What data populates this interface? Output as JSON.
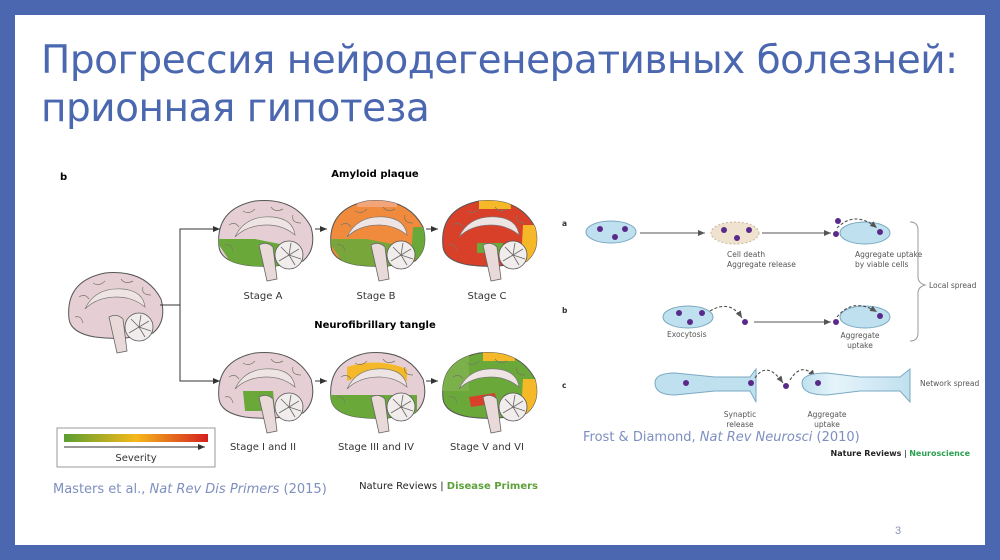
{
  "slide": {
    "title_line1": "Прогрессия нейродегенеративных болезней:",
    "title_line2": "прионная гипотеза",
    "page_number": "3"
  },
  "left_figure": {
    "panel_label": "b",
    "amyloid_title": "Amyloid plaque",
    "amyloid_stages": [
      "Stage A",
      "Stage B",
      "Stage C"
    ],
    "tangle_title": "Neurofibrillary tangle",
    "tangle_stages": [
      "Stage I and II",
      "Stage  III and IV",
      "Stage  V and VI"
    ],
    "severity_label": "Severity",
    "journal": "Nature Reviews",
    "journal_section": "Disease Primers",
    "citation_authors": "Masters et al., ",
    "citation_journal": "Nat Rev Dis Primers",
    "citation_year": " (2015)"
  },
  "right_figure": {
    "panel_labels": [
      "a",
      "b",
      "c"
    ],
    "a_mid_label": [
      "Cell death",
      "Aggregate release"
    ],
    "a_end_label": [
      "Aggregate uptake",
      "by viable cells"
    ],
    "b_start_label": "Exocytosis",
    "b_end_label": [
      "Aggregate",
      "uptake"
    ],
    "local_spread": "Local spread",
    "c_mid_label": [
      "Synaptic",
      "release"
    ],
    "c_end_label": [
      "Aggregate",
      "uptake"
    ],
    "network_spread": "Network spread",
    "journal": "Nature Reviews",
    "journal_section": "Neuroscience",
    "citation_authors": "Frost & Diamond, ",
    "citation_journal": "Nat Rev Neurosci",
    "citation_year": " (2010)"
  },
  "colors": {
    "accent": "#4a67b0",
    "green": "#6aa83a",
    "cell": "#bfe0ef",
    "aggregate": "#5a2a8a"
  }
}
